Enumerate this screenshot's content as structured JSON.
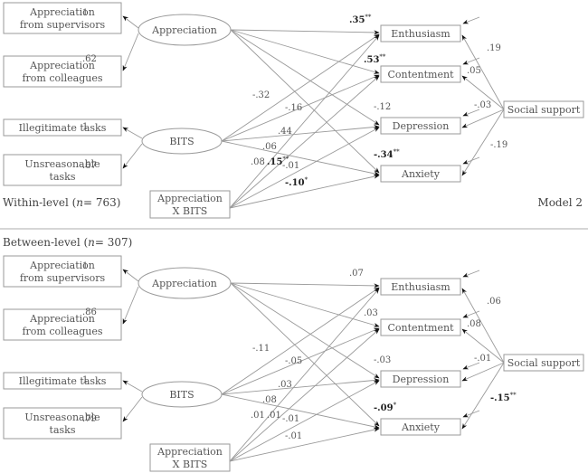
{
  "within": {
    "title": "Within-level (",
    "n_label": "n",
    "n_value": "= 763)",
    "model_label": "Model 2",
    "nodes": {
      "app_sup": [
        "Appreciation",
        "from supervisors"
      ],
      "app_col": [
        "Appreciation",
        "from colleagues"
      ],
      "appreciation": "Appreciation",
      "illeg": "Illegitimate tasks",
      "unreas": [
        "Unsreasonable",
        "tasks"
      ],
      "bits": "BITS",
      "interaction": [
        "Appreciation",
        "X BITS"
      ],
      "enthusiasm": "Enthusiasm",
      "contentment": "Contentment",
      "depression": "Depression",
      "anxiety": "Anxiety",
      "social": "Social support"
    },
    "loadings": {
      "app_sup": "1",
      "app_col": ".62",
      "illeg": "1",
      "unreas": ".67"
    },
    "paths": {
      "app_enth": {
        "v": ".35",
        "sig": "**"
      },
      "app_cont": {
        "v": ".53",
        "sig": "**"
      },
      "app_dep": {
        "v": "-.12",
        "sig": ""
      },
      "app_anx": {
        "v": "-.34",
        "sig": "**"
      },
      "bits_enth": {
        "v": "-.32",
        "sig": ""
      },
      "bits_cont": {
        "v": "-.16",
        "sig": ""
      },
      "bits_dep": {
        "v": ".44",
        "sig": ""
      },
      "bits_anx": {
        "v": ".06",
        "sig": ""
      },
      "int_enth": {
        "v": ".08",
        "sig": ""
      },
      "int_cont": {
        "v": ".15",
        "sig": "**"
      },
      "int_dep": {
        "v": "-.01",
        "sig": ""
      },
      "int_anx": {
        "v": "-.10",
        "sig": "*"
      },
      "ss_enth": {
        "v": ".19",
        "sig": ""
      },
      "ss_cont": {
        "v": ".05",
        "sig": ""
      },
      "ss_dep": {
        "v": "-.03",
        "sig": ""
      },
      "ss_anx": {
        "v": "-.19",
        "sig": ""
      }
    }
  },
  "between": {
    "title": "Between-level (",
    "n_label": "n",
    "n_value": "= 307)",
    "nodes": {
      "app_sup": [
        "Appreciation",
        "from supervisors"
      ],
      "app_col": [
        "Appreciation",
        "from colleagues"
      ],
      "appreciation": "Appreciation",
      "illeg": "Illegitimate tasks",
      "unreas": [
        "Unsreasonable",
        "tasks"
      ],
      "bits": "BITS",
      "interaction": [
        "Appreciation",
        "X BITS"
      ],
      "enthusiasm": "Enthusiasm",
      "contentment": "Contentment",
      "depression": "Depression",
      "anxiety": "Anxiety",
      "social": "Social support"
    },
    "loadings": {
      "app_sup": "1",
      "app_col": ".86",
      "illeg": "1",
      "unreas": ".79"
    },
    "paths": {
      "app_enth": {
        "v": ".07",
        "sig": ""
      },
      "app_cont": {
        "v": ".03",
        "sig": ""
      },
      "app_dep": {
        "v": "-.03",
        "sig": ""
      },
      "app_anx": {
        "v": "-.09",
        "sig": "*"
      },
      "bits_enth": {
        "v": "-.11",
        "sig": ""
      },
      "bits_cont": {
        "v": "-.05",
        "sig": ""
      },
      "bits_dep": {
        "v": ".03",
        "sig": ""
      },
      "bits_anx": {
        "v": ".08",
        "sig": ""
      },
      "int_enth": {
        "v": ".01",
        "sig": ""
      },
      "int_cont": {
        "v": ".01",
        "sig": ""
      },
      "int_dep": {
        "v": "-.01",
        "sig": ""
      },
      "int_anx": {
        "v": "-.01",
        "sig": ""
      },
      "ss_enth": {
        "v": ".06",
        "sig": ""
      },
      "ss_cont": {
        "v": ".08",
        "sig": ""
      },
      "ss_dep": {
        "v": "-.01",
        "sig": ""
      },
      "ss_anx": {
        "v": "-.15",
        "sig": "**"
      }
    }
  }
}
